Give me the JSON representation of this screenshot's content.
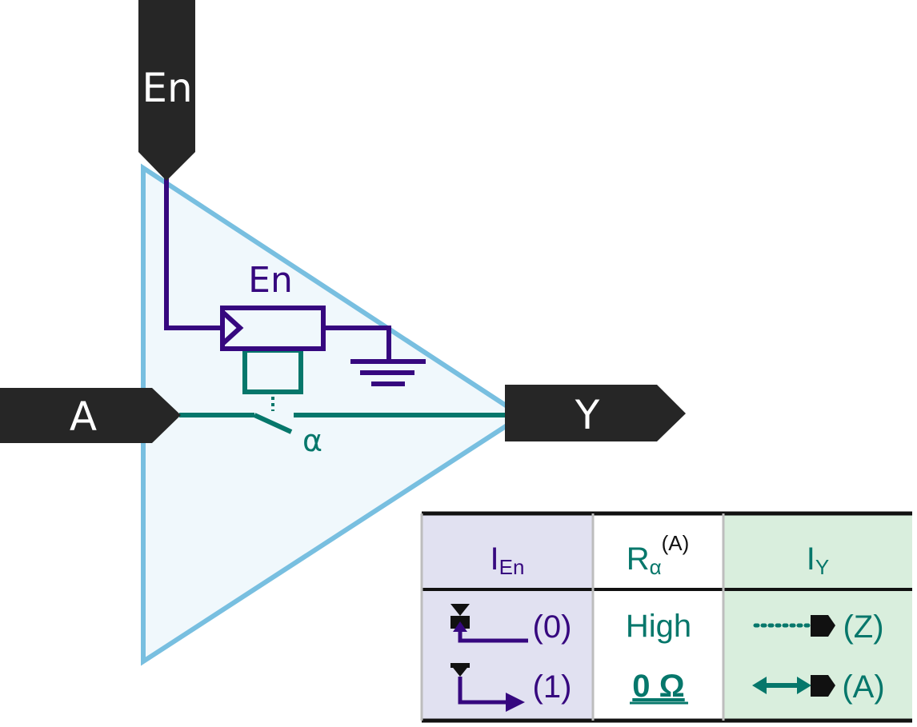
{
  "pins": {
    "enable": "En",
    "input": "A",
    "output": "Y"
  },
  "internal": {
    "driver_label": "En",
    "switch_label": "α"
  },
  "table": {
    "headers": [
      {
        "main": "I",
        "sub": "En",
        "sup": ""
      },
      {
        "main": "R",
        "sub": "α",
        "sup": "(A)"
      },
      {
        "main": "I",
        "sub": "Y",
        "sup": ""
      }
    ],
    "rows": [
      {
        "en_state": "(0)",
        "resistance": "High",
        "y_state": "(Z)"
      },
      {
        "en_state": "(1)",
        "resistance": "0 Ω",
        "y_state": "(A)"
      }
    ]
  },
  "colors": {
    "pin_fill": "#262626",
    "pin_text": "#ffffff",
    "triangle_stroke": "#78bfe0",
    "triangle_fill": "#f0f8fc",
    "enable_wire": "#36087f",
    "data_wire": "#06776b",
    "col_en_bg": "#e1e1f1",
    "col_y_bg": "#d9eedd"
  }
}
